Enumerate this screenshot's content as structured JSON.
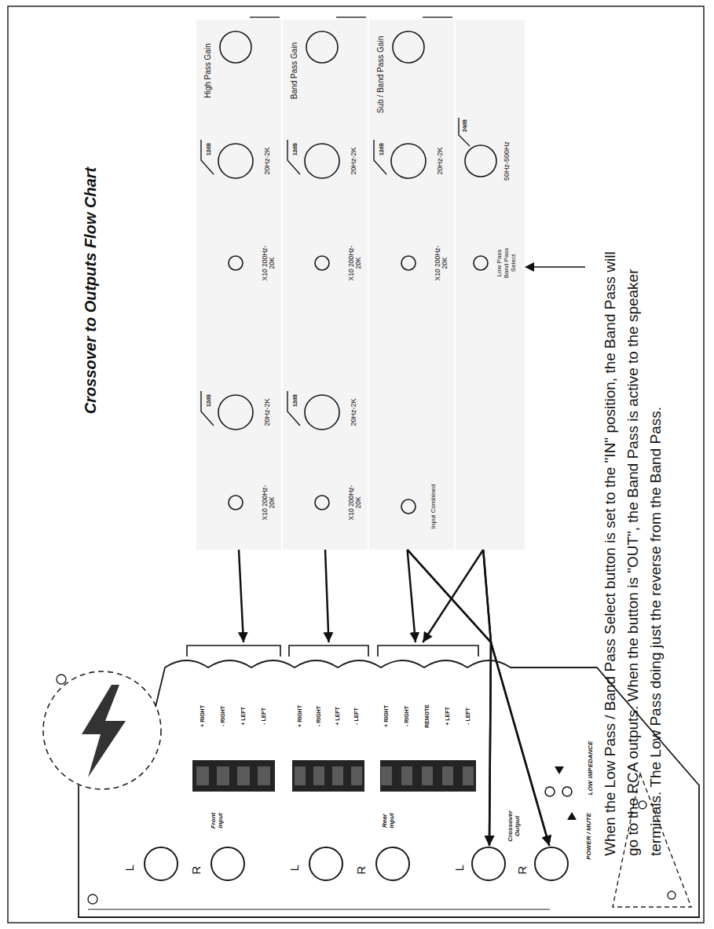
{
  "diagram": {
    "title": "Crossover to Outputs Flow Chart",
    "nodes": [
      {
        "text": [
          "High Pass Gain",
          "12dB",
          "20Hz-2K",
          "X10 200Hz-20K",
          "12dB",
          "20Hz-2K",
          "X10 200Hz-20K"
        ]
      },
      {
        "text": [
          "Band Pass Gain",
          "12dB",
          "20Hz-2K",
          "X10 200Hz-20K",
          "12dB",
          "20Hz-2K",
          "X10 200Hz-20K"
        ]
      },
      {
        "text": [
          "Sub / Band Pass Gain",
          "12dB",
          "20Hz-2K",
          "X10 200Hz-20K",
          "Input Combined"
        ]
      },
      {
        "text": [
          "24dB",
          "50Hz-500Hz",
          "Low Pass Band Pass Select"
        ]
      },
      {
        "text": [
          "Front Input",
          "Rear Input",
          "Crossover Output",
          "LOW IMPEDANCE",
          "POWER / MUTE"
        ]
      },
      {
        "text": [
          "+ RIGHT",
          "- RIGHT",
          "+ LEFT",
          "- LEFT"
        ],
        "in": 4
      },
      {
        "text": [
          "+ RIGHT",
          "- RIGHT",
          "+ LEFT",
          "- LEFT"
        ],
        "in": 4
      },
      {
        "text": [
          "+ RIGHT",
          "- RIGHT",
          "REMOTE",
          "+ LEFT",
          "- LEFT"
        ],
        "in": 4
      },
      {
        "text": [
          "L"
        ],
        "in": 4
      },
      {
        "text": [
          "R"
        ],
        "in": 4
      },
      {
        "text": [
          "L"
        ],
        "in": 4
      },
      {
        "text": [
          "R"
        ],
        "in": 4
      },
      {
        "text": [
          "L"
        ],
        "in": 4
      },
      {
        "text": [
          "R"
        ],
        "in": 4
      }
    ],
    "edges": [
      {
        "from": 0,
        "to": 5,
        "arrow": "to"
      },
      {
        "from": 1,
        "to": 6,
        "arrow": "to"
      },
      {
        "from": 2,
        "to": 7,
        "arrow": "to"
      },
      {
        "from": 3,
        "to": 7,
        "arrow": "to"
      },
      {
        "from": 2,
        "to": 12,
        "arrow": "to"
      },
      {
        "from": 2,
        "to": 13,
        "arrow": "to"
      },
      {
        "from": 3,
        "to": 12,
        "arrow": "to"
      },
      {
        "from": 3,
        "to": 13,
        "arrow": "to"
      }
    ],
    "labels": [
      "When the Low Pass / Band Pass Select button is set to the \"IN\" position, the Band Pass will go to the RCA outputs. When the button is \"OUT\", the Band Pass is active to the speaker terminals. The Low Pass doing just the reverse from the Band Pass."
    ]
  }
}
